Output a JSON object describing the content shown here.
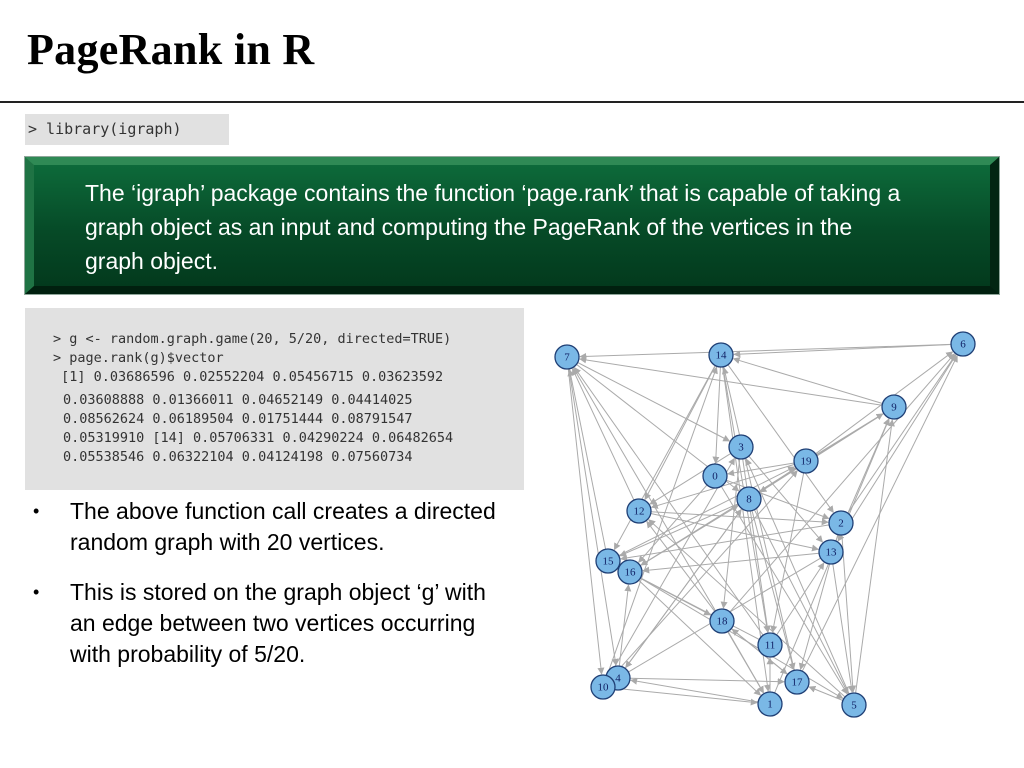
{
  "slide": {
    "title": "PageRank in R",
    "code_library": "> library(igraph)",
    "banner_text": "The ‘igraph’ package contains the function ‘page.rank’ that is capable of taking a graph object as an input and computing the PageRank of the vertices in the graph object.",
    "code_lines": [
      "> g <- random.graph.game(20, 5/20, directed=TRUE)",
      "> page.rank(g)$vector",
      " [1] 0.03686596 0.02552204 0.05456715 0.03623592",
      "0.03608888 0.01366011 0.04652149 0.04414025",
      "0.08562624 0.06189504 0.01751444 0.08791547",
      "0.05319910 [14] 0.05706331 0.04290224 0.06482654",
      "0.05538546 0.06322104 0.04124198 0.07560734"
    ],
    "bullets": [
      "The above function call creates a directed random graph with 20 vertices.",
      "This is stored on the graph object ‘g’ with an edge between two vertices occurring with probability of 5/20."
    ],
    "bullet_symbol": "•"
  },
  "graph": {
    "node_color": "#7ab8e6",
    "edge_color": "#aaaaaa",
    "nodes": [
      "7",
      "14",
      "6",
      "9",
      "3",
      "19",
      "0",
      "8",
      "12",
      "2",
      "13",
      "15",
      "16",
      "18",
      "11",
      "4",
      "10",
      "17",
      "1",
      "5"
    ]
  }
}
